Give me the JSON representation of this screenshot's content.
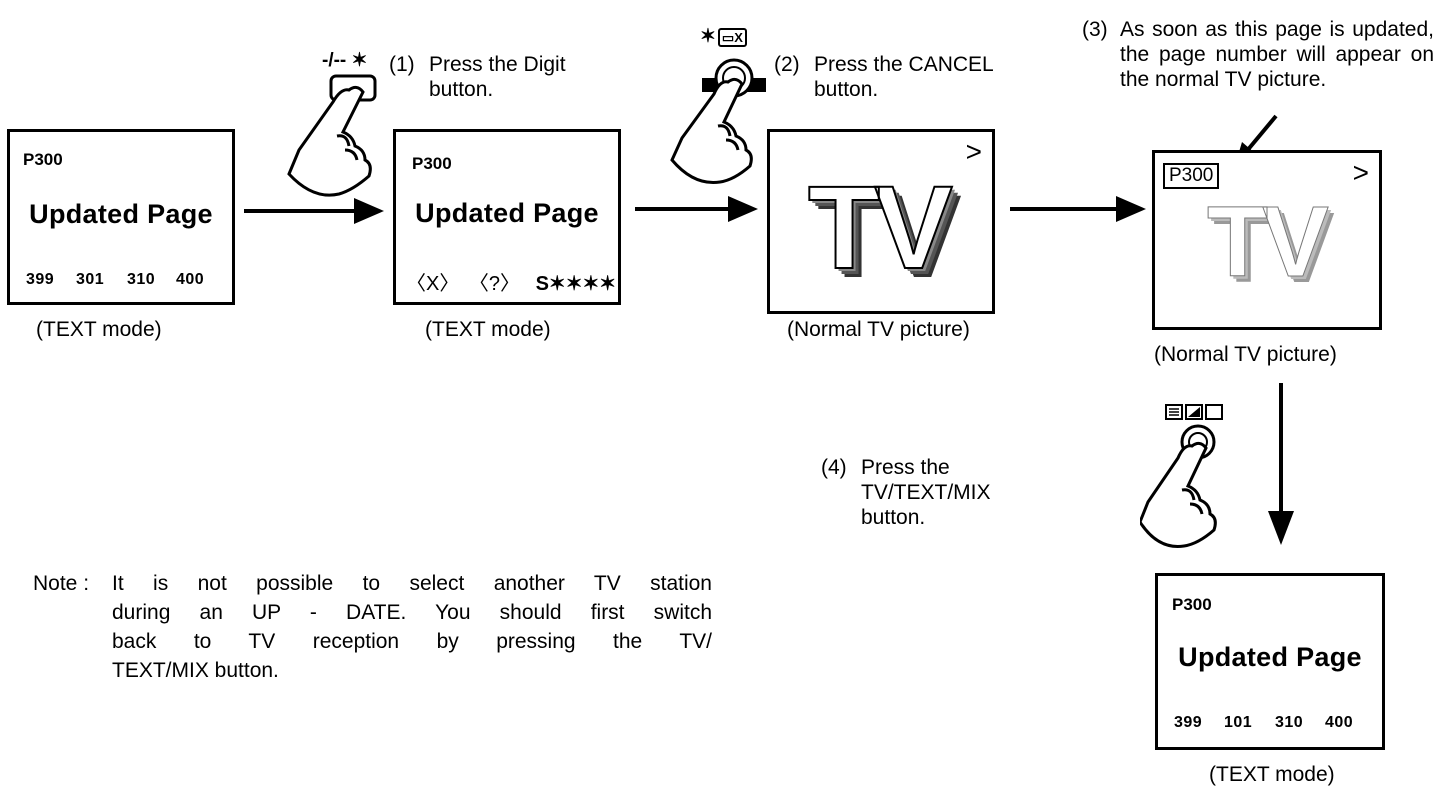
{
  "screen1": {
    "page_no": "P300",
    "title": "Updated Page",
    "fastext": [
      "399",
      "301",
      "310",
      "400"
    ],
    "caption": "(TEXT mode)"
  },
  "step1": {
    "num": "(1)",
    "text": "Press the Digit button.",
    "button_symbol": "-/-- ✶"
  },
  "screen2": {
    "page_no": "P300",
    "title": "Updated Page",
    "row": [
      "〈X〉",
      "〈?〉",
      "S✶✶✶✶"
    ],
    "caption": "(TEXT mode)"
  },
  "step2": {
    "num": "(2)",
    "text": "Press the CANCEL button.",
    "button_symbol": "✶"
  },
  "screen3": {
    "tv_logo": "TV",
    "indicator": ">",
    "caption": "(Normal TV picture)"
  },
  "step3": {
    "num": "(3)",
    "text": "As soon as this page is updated, the page number will appear on the normal TV picture."
  },
  "screen4": {
    "page_no": "P300",
    "tv_logo": "TV",
    "indicator": ">",
    "caption": "(Normal TV picture)"
  },
  "step4": {
    "num": "(4)",
    "text": "Press the TV/TEXT/MIX button."
  },
  "screen5": {
    "page_no": "P300",
    "title": "Updated Page",
    "fastext": [
      "399",
      "101",
      "310",
      "400"
    ],
    "caption": "(TEXT mode)"
  },
  "note": {
    "label": "Note :",
    "lines": [
      "It is not possible to select another TV station",
      "during an UP - DATE. You should first switch",
      "back to TV reception by pressing the TV/",
      "TEXT/MIX button."
    ]
  }
}
